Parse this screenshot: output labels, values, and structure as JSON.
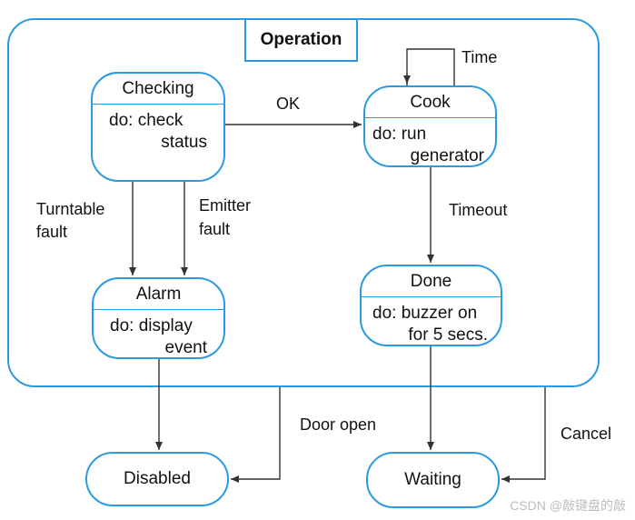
{
  "superstate": {
    "title": "Operation"
  },
  "states": {
    "checking": {
      "name": "Checking",
      "do_line1": "do: check",
      "do_line2": "status"
    },
    "cook": {
      "name": "Cook",
      "do_line1": "do: run",
      "do_line2": "generator"
    },
    "alarm": {
      "name": "Alarm",
      "do_line1": "do: display",
      "do_line2": "event"
    },
    "done": {
      "name": "Done",
      "do_line1": "do: buzzer on",
      "do_line2": "for 5 secs."
    },
    "disabled": {
      "name": "Disabled"
    },
    "waiting": {
      "name": "Waiting"
    }
  },
  "transitions": {
    "ok": "OK",
    "time": "Time",
    "timeout": "Timeout",
    "turntable_fault_1": "Turntable",
    "turntable_fault_2": "fault",
    "emitter_fault_1": "Emitter",
    "emitter_fault_2": "fault",
    "door_open": "Door open",
    "cancel": "Cancel"
  },
  "watermark": "CSDN @敲键盘的敲",
  "colors": {
    "state_border": "#2a9be0",
    "arrow": "#333333"
  }
}
